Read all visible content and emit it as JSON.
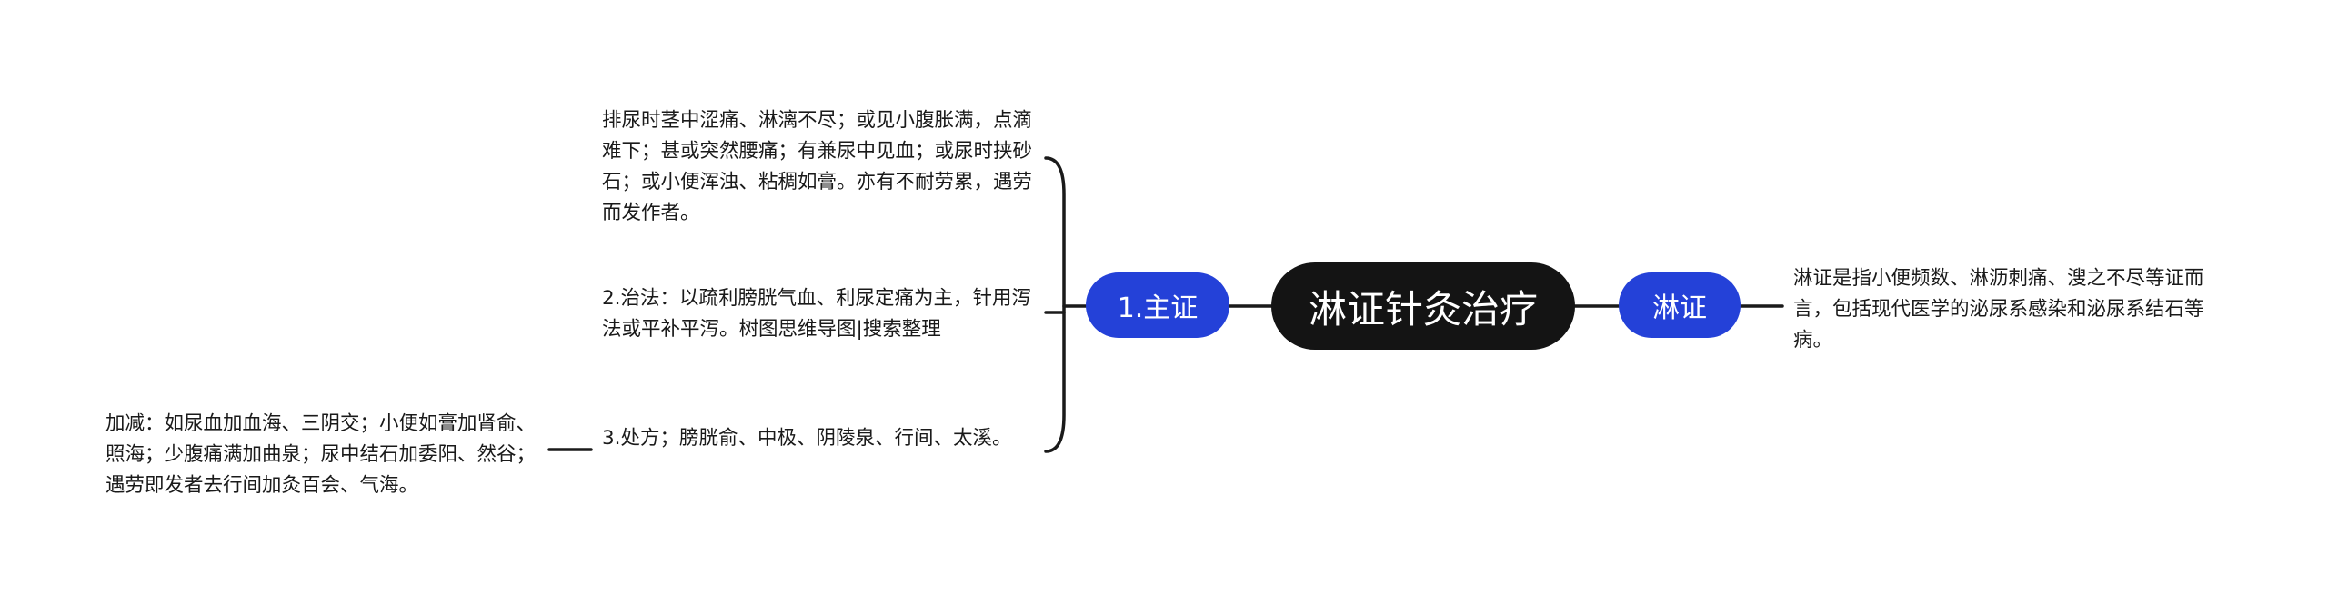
{
  "central": {
    "label": "淋证针灸治疗"
  },
  "branches": {
    "main": {
      "label": "1.主证",
      "children": [
        "排尿时茎中涩痛、淋漓不尽；或见小腹胀满，点滴难下；甚或突然腰痛；有兼尿中见血；或尿时挟砂石；或小便浑浊、粘稠如膏。亦有不耐劳累，遇劳而发作者。",
        "2.治法：以疏利膀胱气血、利尿定痛为主，针用泻法或平补平泻。树图思维导图|搜索整理",
        "3.处方；膀胱俞、中极、阴陵泉、行间、太溪。"
      ],
      "grandchild": "加减：如尿血加血海、三阴交；小便如膏加肾俞、照海；少腹痛满加曲泉；尿中结石加委阳、然谷；遇劳即发者去行间加灸百会、气海。"
    },
    "linzheng": {
      "label": "淋证",
      "description": "淋证是指小便频数、淋沥刺痛、溲之不尽等证而言，包括现代医学的泌尿系感染和泌尿系结石等病。"
    }
  },
  "colors": {
    "central_bg": "#141414",
    "branch_bg": "#2441d8",
    "line": "#1a1a1a",
    "text": "#1a1a1a"
  }
}
